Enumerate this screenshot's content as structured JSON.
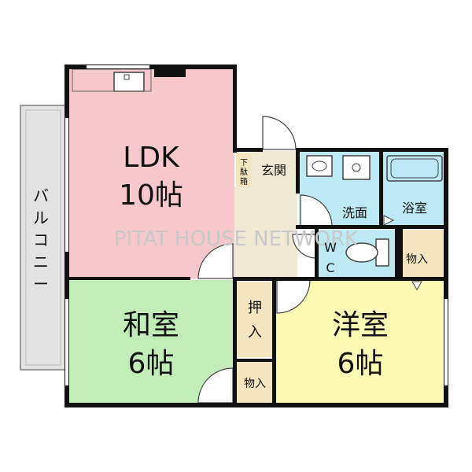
{
  "watermark": "PITAT HOUSE NETWORK",
  "rooms": {
    "ldk": {
      "name": "LDK",
      "size": "10帖"
    },
    "washitsu": {
      "name": "和室",
      "size": "6帖"
    },
    "youshitsu": {
      "name": "洋室",
      "size": "6帖"
    },
    "genkan": "玄関",
    "getabako": [
      "下",
      "駄",
      "箱"
    ],
    "senmen": "洗面",
    "yokushitsu": "浴室",
    "wc": [
      "W",
      "C"
    ],
    "oshiire": [
      "押",
      "入"
    ],
    "mono_small": "物入",
    "mono_wc": [
      "物",
      "入"
    ]
  },
  "balcony": [
    "バ",
    "ル",
    "コ",
    "ニ",
    "ー"
  ],
  "colors": {
    "ldk": "#f6c8cc",
    "washitsu": "#c2ecb8",
    "youshitsu": "#fafab4",
    "water": "#bde9f4",
    "wood": "#f4e4bf",
    "entry": "#f0ead5",
    "balcony": "#e3e3e3",
    "wall": "#111111"
  }
}
